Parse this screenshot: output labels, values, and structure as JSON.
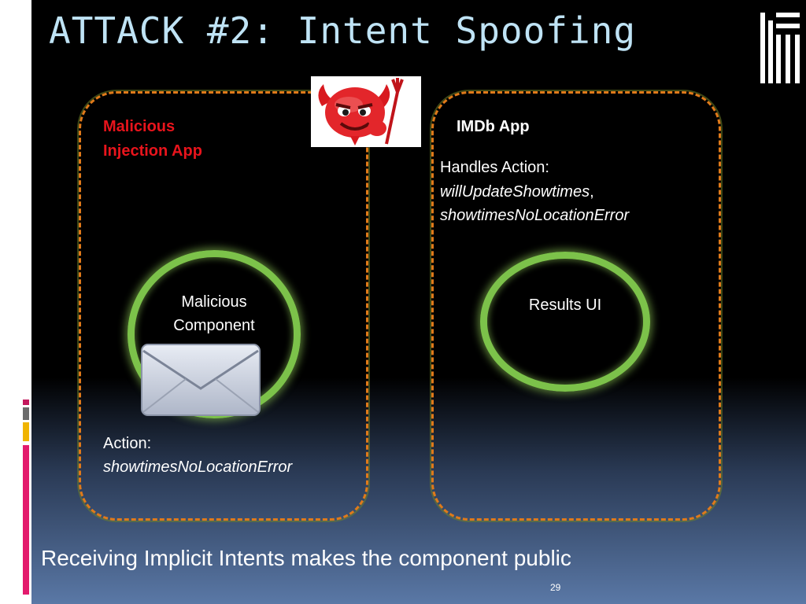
{
  "slide": {
    "title": "ATTACK #2: Intent Spoofing",
    "footer": "Receiving Implicit Intents makes the component public",
    "page_number": "29"
  },
  "left_panel": {
    "label_line1": "Malicious",
    "label_line2": "Injection App",
    "label_color": "#e8141c",
    "component_line1": "Malicious",
    "component_line2": "Component",
    "action_label": "Action:",
    "action_value": "showtimesNoLocationError",
    "icon": "envelope-icon"
  },
  "right_panel": {
    "label": "IMDb App",
    "handles_label": "Handles Action:",
    "handles_value1": "willUpdateShowtimes",
    "handles_sep": ",",
    "handles_value2": "showtimesNoLocationError",
    "component_label": "Results UI"
  },
  "decor": {
    "devil_icon": "devil-icon",
    "accent_colors": [
      "#c3185c",
      "#6b6b6b",
      "#f0b400",
      "#e31b6d"
    ],
    "ring_color": "#7cc24a",
    "dash_color": "#e07a1a"
  }
}
